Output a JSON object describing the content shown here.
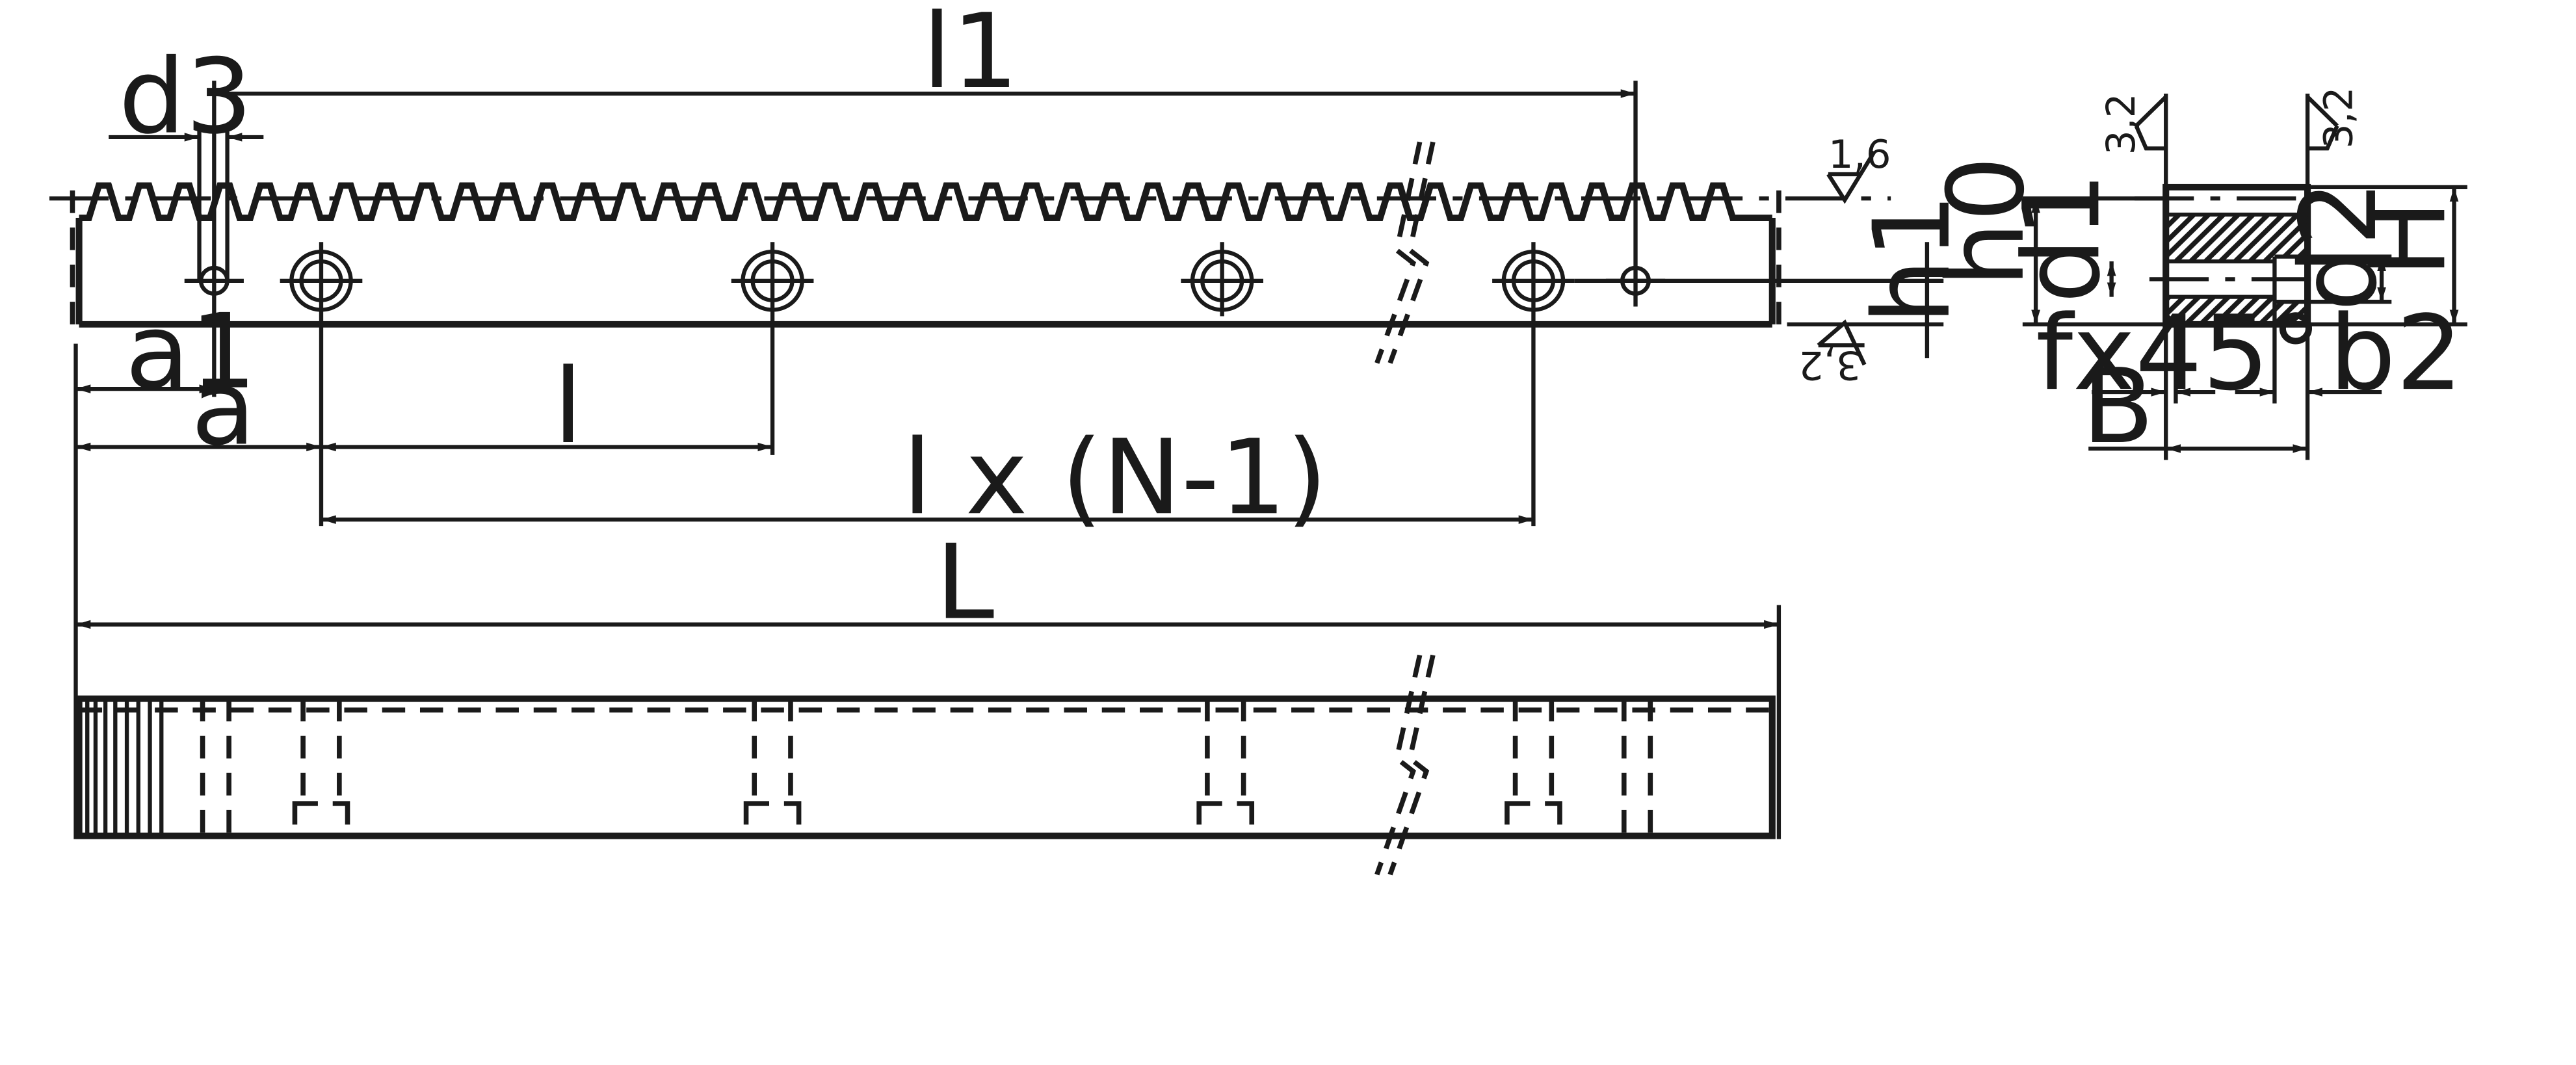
{
  "labels": {
    "l1": "l1",
    "d3": "d3",
    "h1": "h1",
    "a1": "a1",
    "a": "a",
    "l": "l",
    "lxn": "l x (N-1)",
    "L": "L",
    "h0": "h0",
    "d1": "d1",
    "d2": "d2",
    "H": "H",
    "fx45": "fx45°",
    "b2": "b2",
    "B": "B"
  },
  "surface_finish": {
    "top_face": "1,6",
    "bottom_face": "3,2",
    "side_left": "3,2",
    "side_right": "3,2"
  }
}
